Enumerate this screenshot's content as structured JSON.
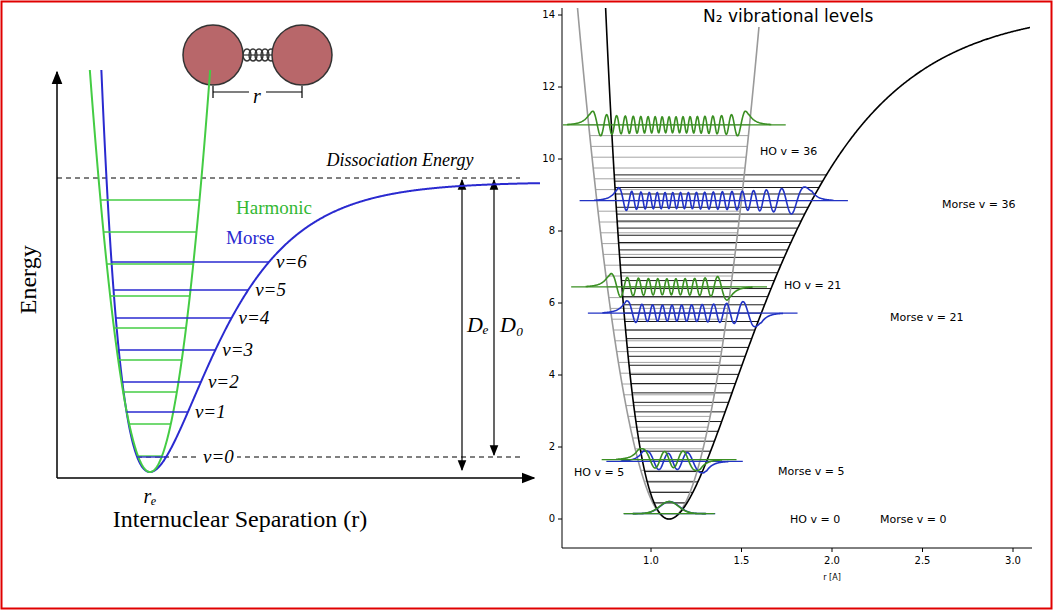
{
  "diagram": {
    "labels": [
      "r",
      "Dissociation Energy",
      "Harmonic",
      "Morse",
      "v=6",
      "v=5",
      "v=4",
      "v=3",
      "v=2",
      "v=1",
      "v=0",
      "Dₑ",
      "D₀",
      "Energy",
      "rₑ",
      "Internuclear Separation (r)",
      "N₂ vibrational levels",
      "HO v = 36",
      "Morse v = 36",
      "HO v = 21",
      "Morse v = 21",
      "HO v = 5",
      "Morse v = 5",
      "HO v = 0",
      "Morse v = 0",
      "0",
      "2",
      "4",
      "6",
      "8",
      "10",
      "12",
      "14",
      "1.0",
      "1.5",
      "2.0",
      "2.5",
      "3.0",
      "r [A]"
    ]
  }
}
